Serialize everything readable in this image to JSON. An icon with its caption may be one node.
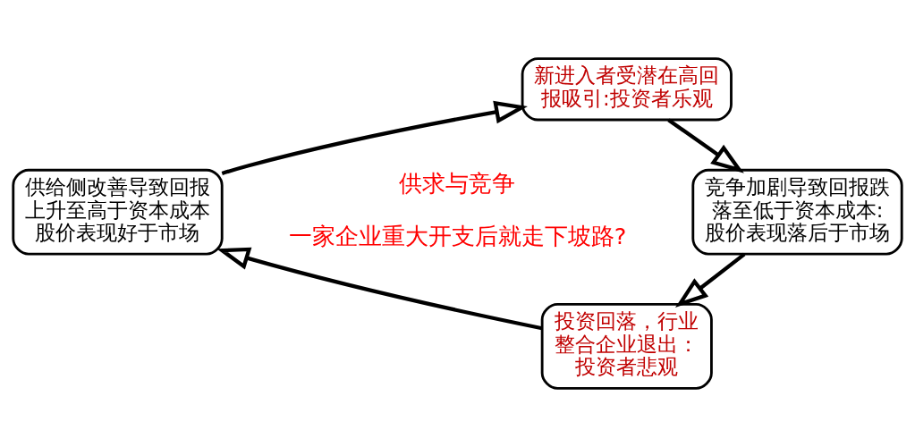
{
  "diagram": {
    "nodes": [
      {
        "text": [
          "新进入者受潜在高回报吸引:投资者乐观"
        ]
      },
      {
        "text": [
          "竞争加剧导致回报跌落至低于资本成本:股价表现落后于市场"
        ]
      },
      {
        "text": [
          "投资回落，行业整合企业退出：投资者悲观"
        ]
      },
      {
        "text": [
          "供给侧改善导致回报上升至高于资本成本股价表现好于市场"
        ]
      }
    ],
    "edges": [
      {
        "from": 0,
        "to": 1,
        "arrow": "to"
      },
      {
        "from": 1,
        "to": 2,
        "arrow": "to"
      },
      {
        "from": 2,
        "to": 3,
        "arrow": "to"
      },
      {
        "from": 3,
        "to": 0,
        "arrow": "to"
      }
    ],
    "labels": [
      "供求与竞争",
      "一家企业重大开支后就走下坡路?"
    ]
  }
}
